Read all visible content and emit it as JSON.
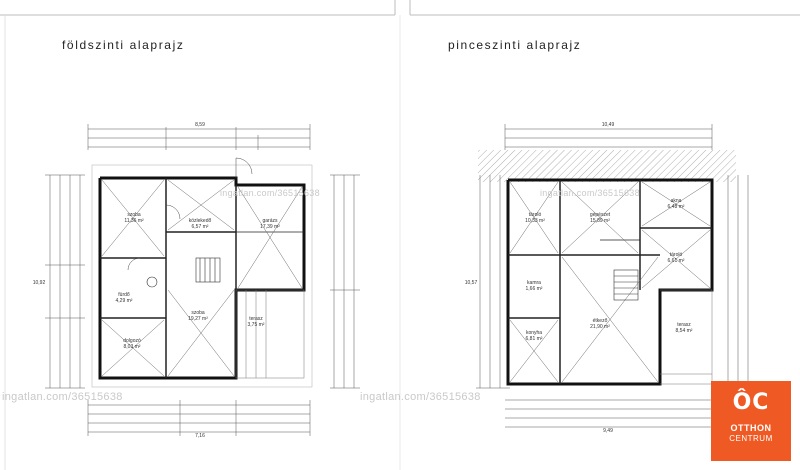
{
  "titles": {
    "ground": "földszinti alaprajz",
    "basement": "pinceszinti alaprajz"
  },
  "watermark": "ingatlan.com/36515638",
  "watermark_mid": "ingatlan.com/36515638",
  "logo": {
    "mark": "ÔC",
    "line1": "OTTHON",
    "line2": "CENTRUM",
    "color": "#ef5a24"
  },
  "ground_rooms": [
    {
      "name": "szoba",
      "area": "11,36 m²"
    },
    {
      "name": "közlekedő",
      "area": "6,57 m²"
    },
    {
      "name": "garázs",
      "area": "17,39 m²"
    },
    {
      "name": "fürdő",
      "area": "4,29 m²"
    },
    {
      "name": "szoba",
      "area": "19,27 m²"
    },
    {
      "name": "dolgozó",
      "area": "8,03 m²"
    },
    {
      "name": "terasz",
      "area": "3,75 m²"
    }
  ],
  "basement_rooms": [
    {
      "name": "tároló",
      "area": "10,33 m²"
    },
    {
      "name": "gépészet",
      "area": "15,89 m²"
    },
    {
      "name": "akna",
      "area": "6,48 m²"
    },
    {
      "name": "tároló",
      "area": "6,61 m²"
    },
    {
      "name": "kamra",
      "area": "1,66 m²"
    },
    {
      "name": "konyha",
      "area": "6,81 m²"
    },
    {
      "name": "étkező",
      "area": "21,90 m²"
    },
    {
      "name": "terasz",
      "area": "8,54 m²"
    }
  ],
  "dims": {
    "ground_total": "8,59",
    "ground_bottom": "7,16",
    "basement_total": "10,49",
    "basement_bottom": "9,49",
    "basement_side": "10,57",
    "ground_side": "10,92"
  }
}
